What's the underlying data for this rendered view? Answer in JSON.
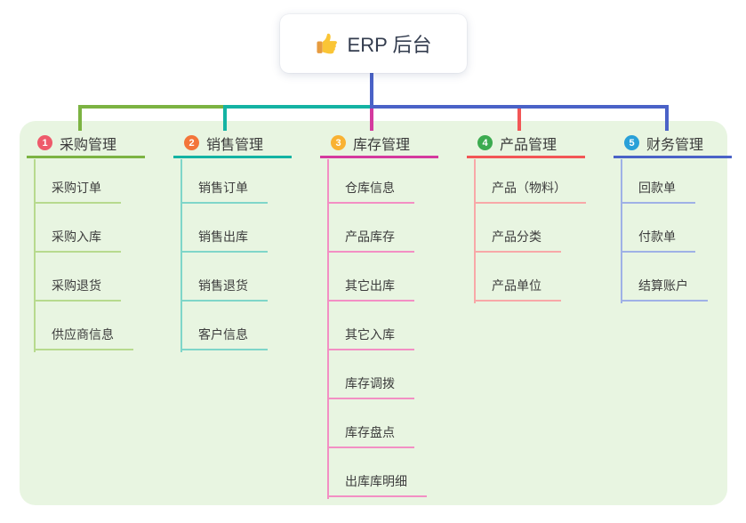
{
  "root": {
    "label": "ERP 后台",
    "icon": "thumbs-up-icon",
    "card_bg": "#ffffff",
    "text_color": "#333c4e",
    "stem_color": "#4a62c7"
  },
  "panel": {
    "bg": "#e8f5e1"
  },
  "branches": [
    {
      "badge": "1",
      "label": "采购管理",
      "badge_color": "#ee5a6b",
      "line_color": "#7cb342",
      "light_color": "#b7da8e",
      "children": [
        "采购订单",
        "采购入库",
        "采购退货",
        "供应商信息"
      ]
    },
    {
      "badge": "2",
      "label": "销售管理",
      "badge_color": "#f3753a",
      "line_color": "#14b3a3",
      "light_color": "#7fd6c9",
      "children": [
        "销售订单",
        "销售出库",
        "销售退货",
        "客户信息"
      ]
    },
    {
      "badge": "3",
      "label": "库存管理",
      "badge_color": "#f9b233",
      "line_color": "#d43a9e",
      "light_color": "#f38fc4",
      "children": [
        "仓库信息",
        "产品库存",
        "其它出库",
        "其它入库",
        "库存调拨",
        "库存盘点",
        "出库库明细"
      ]
    },
    {
      "badge": "4",
      "label": "产品管理",
      "badge_color": "#3cab50",
      "line_color": "#f25656",
      "light_color": "#f8a8a8",
      "children": [
        "产品（物料）",
        "产品分类",
        "产品单位"
      ]
    },
    {
      "badge": "5",
      "label": "财务管理",
      "badge_color": "#29a0d8",
      "line_color": "#4a62c7",
      "light_color": "#9fb1e6",
      "children": [
        "回款单",
        "付款单",
        "结算账户"
      ]
    }
  ]
}
